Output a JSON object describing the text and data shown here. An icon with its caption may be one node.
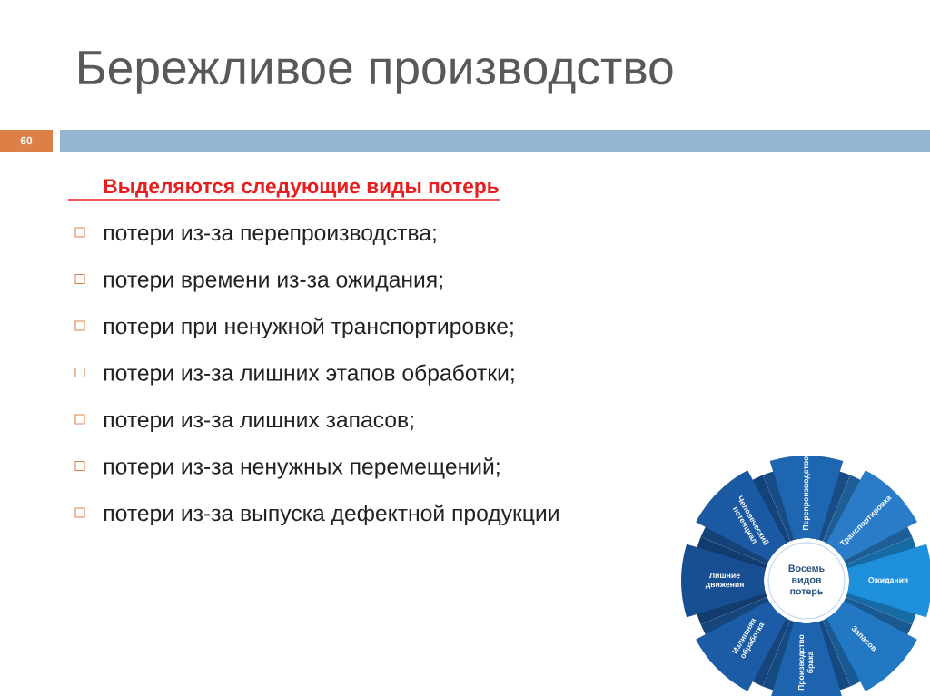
{
  "diagram": {
    "title": "Бережливое производство",
    "nodes": [
      {
        "text": [
          "60"
        ]
      },
      {
        "text": [
          "Восемь видов потерь"
        ]
      },
      {
        "text": [
          "Перепроизводство"
        ]
      },
      {
        "text": [
          "Транспортировка"
        ]
      },
      {
        "text": [
          "Ожидания"
        ]
      },
      {
        "text": [
          "Запасов"
        ]
      },
      {
        "text": [
          "Производство брака"
        ]
      },
      {
        "text": [
          "Излишняя обработка"
        ]
      },
      {
        "text": [
          "Лишние движения"
        ]
      },
      {
        "text": [
          "Человеческий потенциал"
        ]
      }
    ],
    "labels": [
      "Выделяются следующие виды потерь",
      "потери из-за перепроизводства;",
      "потери времени из-за ожидания;",
      "потери при ненужной транспортировке;",
      "потери из-за лишних этапов обработки;",
      "потери из-за лишних запасов;",
      "потери из-за ненужных перемещений;",
      "потери из-за выпуска дефектной продукции"
    ]
  }
}
